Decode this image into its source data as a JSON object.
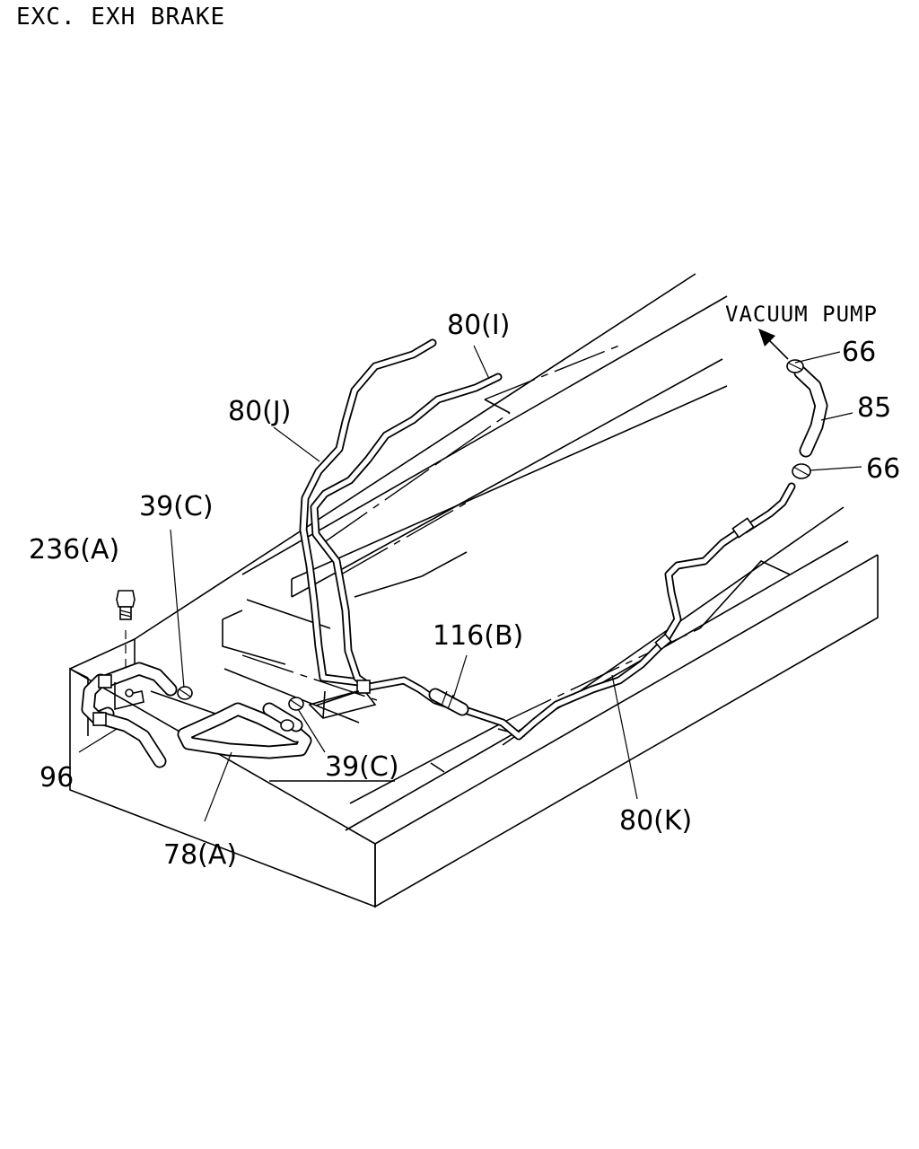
{
  "header": {
    "title": "EXC. EXH BRAKE"
  },
  "labels": {
    "vacuum_pump": "VACUUM PUMP",
    "p66_top": "66",
    "p85": "85",
    "p66_mid": "66",
    "p80_i": "80(I)",
    "p80_j": "80(J)",
    "p39_c_top": "39(C)",
    "p236_a": "236(A)",
    "p116_b": "116(B)",
    "p96": "96",
    "p39_c_bottom": "39(C)",
    "p78_a": "78(A)",
    "p80_k": "80(K)"
  }
}
